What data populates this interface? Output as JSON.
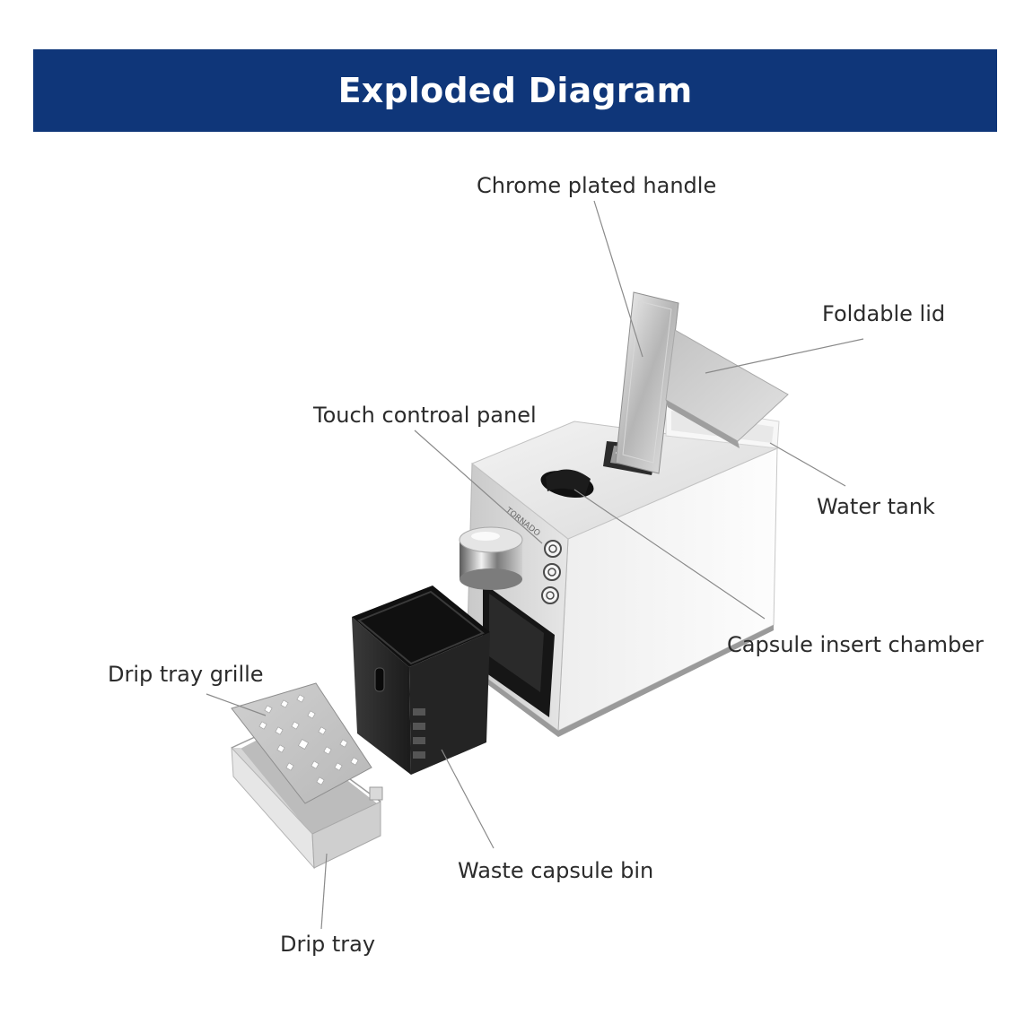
{
  "header": {
    "title": "Exploded Diagram"
  },
  "colors": {
    "banner": "#0f3679",
    "banner_text": "#ffffff",
    "label_text": "#2b2b2b",
    "leader_line": "#8a8a8a"
  },
  "machine": {
    "brand": "TORNADO"
  },
  "labels": {
    "chrome_handle": "Chrome plated handle",
    "foldable_lid": "Foldable lid",
    "touch_panel": "Touch controal panel",
    "water_tank": "Water tank",
    "capsule_chamber": "Capsule insert chamber",
    "drip_grille": "Drip tray grille",
    "waste_bin": "Waste capsule bin",
    "drip_tray": "Drip tray"
  }
}
